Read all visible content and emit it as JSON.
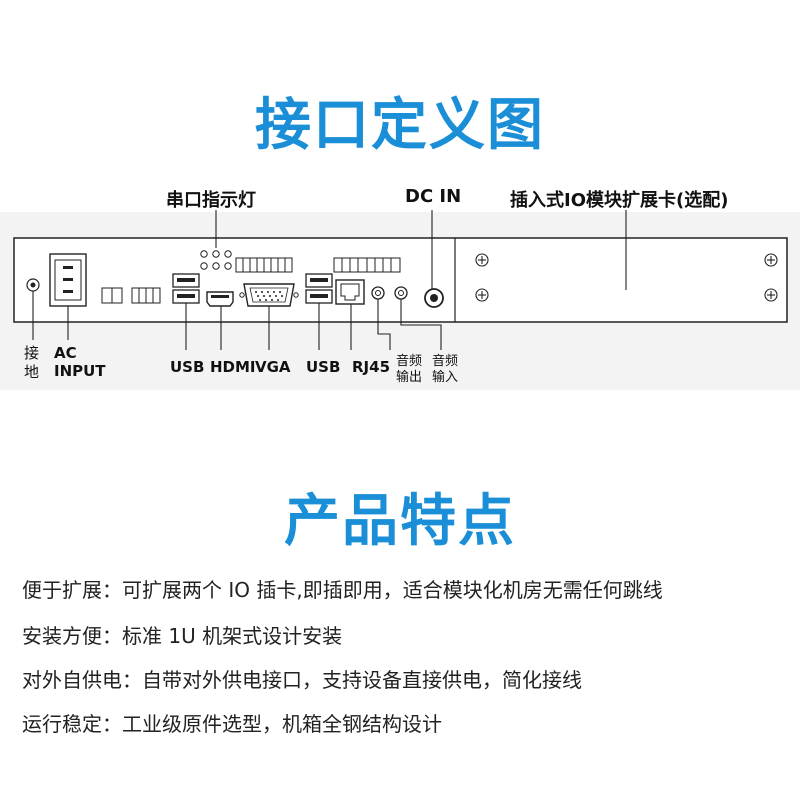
{
  "titles": {
    "interface": "接口定义图",
    "features": "产品特点"
  },
  "labels_top": {
    "serial_led": "串口指示灯",
    "dc_in": "DC IN",
    "io_card": "插入式IO模块扩展卡(选配)"
  },
  "labels_bottom": {
    "ground": [
      "接",
      "地"
    ],
    "ac_input": [
      "AC",
      "INPUT"
    ],
    "usb1": "USB",
    "hdmi": "HDMI",
    "vga": "VGA",
    "usb2": "USB",
    "rj45": "RJ45",
    "audio_out": [
      "音频",
      "输出"
    ],
    "audio_in": [
      "音频",
      "输入"
    ]
  },
  "features": [
    "便于扩展：可扩展两个 IO 插卡,即插即用，适合模块化机房无需任何跳线",
    "安装方便：标准 1U 机架式设计安装",
    "对外自供电：自带对外供电接口，支持设备直接供电，简化接线",
    "运行稳定：工业级原件选型，机箱全钢结构设计"
  ],
  "colors": {
    "title_blue": "#1a8ed6",
    "panel_fill": "#ffffff",
    "line": "#222222"
  },
  "icons": [
    "ac-power-socket-icon",
    "usb-port-icon",
    "hdmi-port-icon",
    "vga-port-icon",
    "rj45-port-icon",
    "audio-jack-icon",
    "screw-icon",
    "led-icon",
    "terminal-block-icon",
    "dc-jack-icon",
    "ground-terminal-icon"
  ]
}
